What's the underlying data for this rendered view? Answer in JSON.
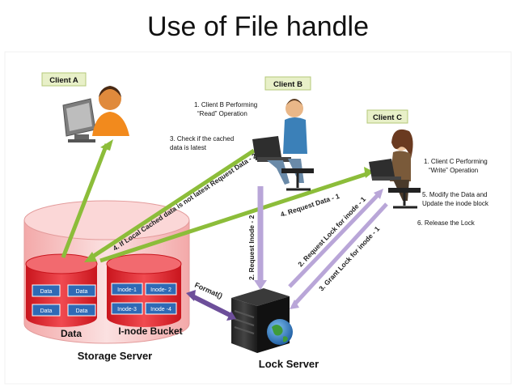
{
  "title": "Use of File handle",
  "clients": {
    "a": "Client A",
    "b": "Client B",
    "c": "Client C"
  },
  "client_b_notes": {
    "step1_line1": "1. Client B Performing",
    "step1_line2": "“Read” Operation",
    "step3_line1": "3. Check if the cached",
    "step3_line2": "data is latest"
  },
  "client_c_notes": {
    "step1_line1": "1. Client C Performing",
    "step1_line2": "“Write” Operation",
    "step5_line1": "5. Modify the Data and",
    "step5_line2": "Update the inode block",
    "step6": "6. Release the Lock"
  },
  "arrows": {
    "request_data_2": "4. If Local Cached data is not latest Request Data - 2",
    "request_data_1": "4. Request Data - 1",
    "request_inode_2": "2. Request Inode - 2",
    "request_lock_1": "2. Request Lock for inode - 1",
    "grant_lock_1": "3. Grant Lock for inode - 1",
    "format": "Format()"
  },
  "storage": {
    "data_cells": [
      "Data",
      "Data",
      "Data",
      "Data"
    ],
    "data_label": "Data",
    "inode_cells": [
      "Inode-1",
      "Inode- 2",
      "Inode-3",
      "Inode -4"
    ],
    "inode_label": "I-node Bucket",
    "server_label": "Storage Server"
  },
  "lock_server_label": "Lock Server",
  "colors": {
    "green_arrow": "#8cbd3a",
    "purple_arrow": "#b9a6d8",
    "dark_purple_arrow": "#6d4f9a",
    "cylinder_pink": "#f6c7c7",
    "cylinder_red": "#e3232c",
    "cell_blue": "#2f6ab5",
    "label_box": "#e8f0c8"
  }
}
